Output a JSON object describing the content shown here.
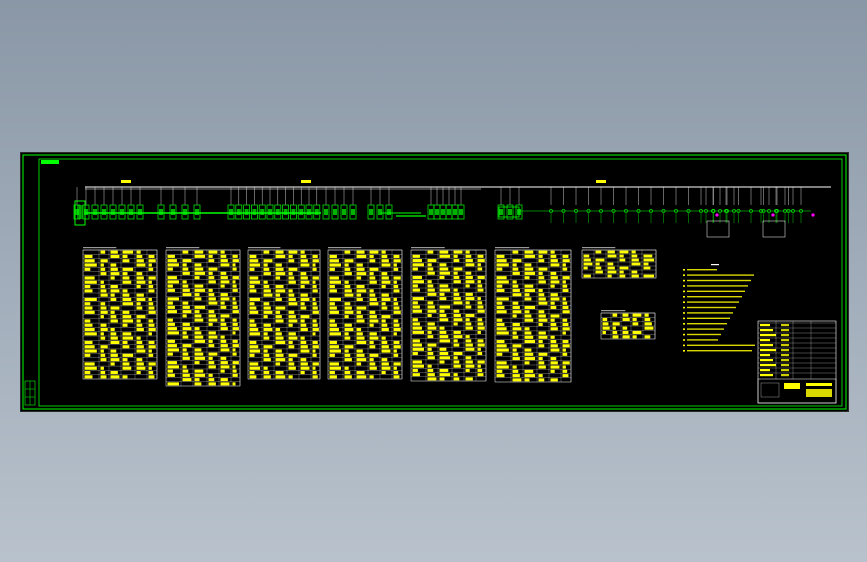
{
  "colors": {
    "background_outside": "#97a3b1",
    "drawing_background": "#000000",
    "frame": "#00ff00",
    "bus": "#ffffff",
    "cells": "#00ff00",
    "tables": "#ffff00",
    "table_lines": "#ffffff",
    "devices": "#ff00ff",
    "accent": "#00ffff"
  },
  "drawing": {
    "type": "electrical single-line diagram with equipment tables",
    "table_count_main": 6,
    "small_tables": 2,
    "notes_lines": 16,
    "title_block": true
  },
  "icons": [
    "frame-border-icon",
    "busbar-icon",
    "switchgear-cell-icon",
    "transformer-icon",
    "title-block-icon"
  ]
}
